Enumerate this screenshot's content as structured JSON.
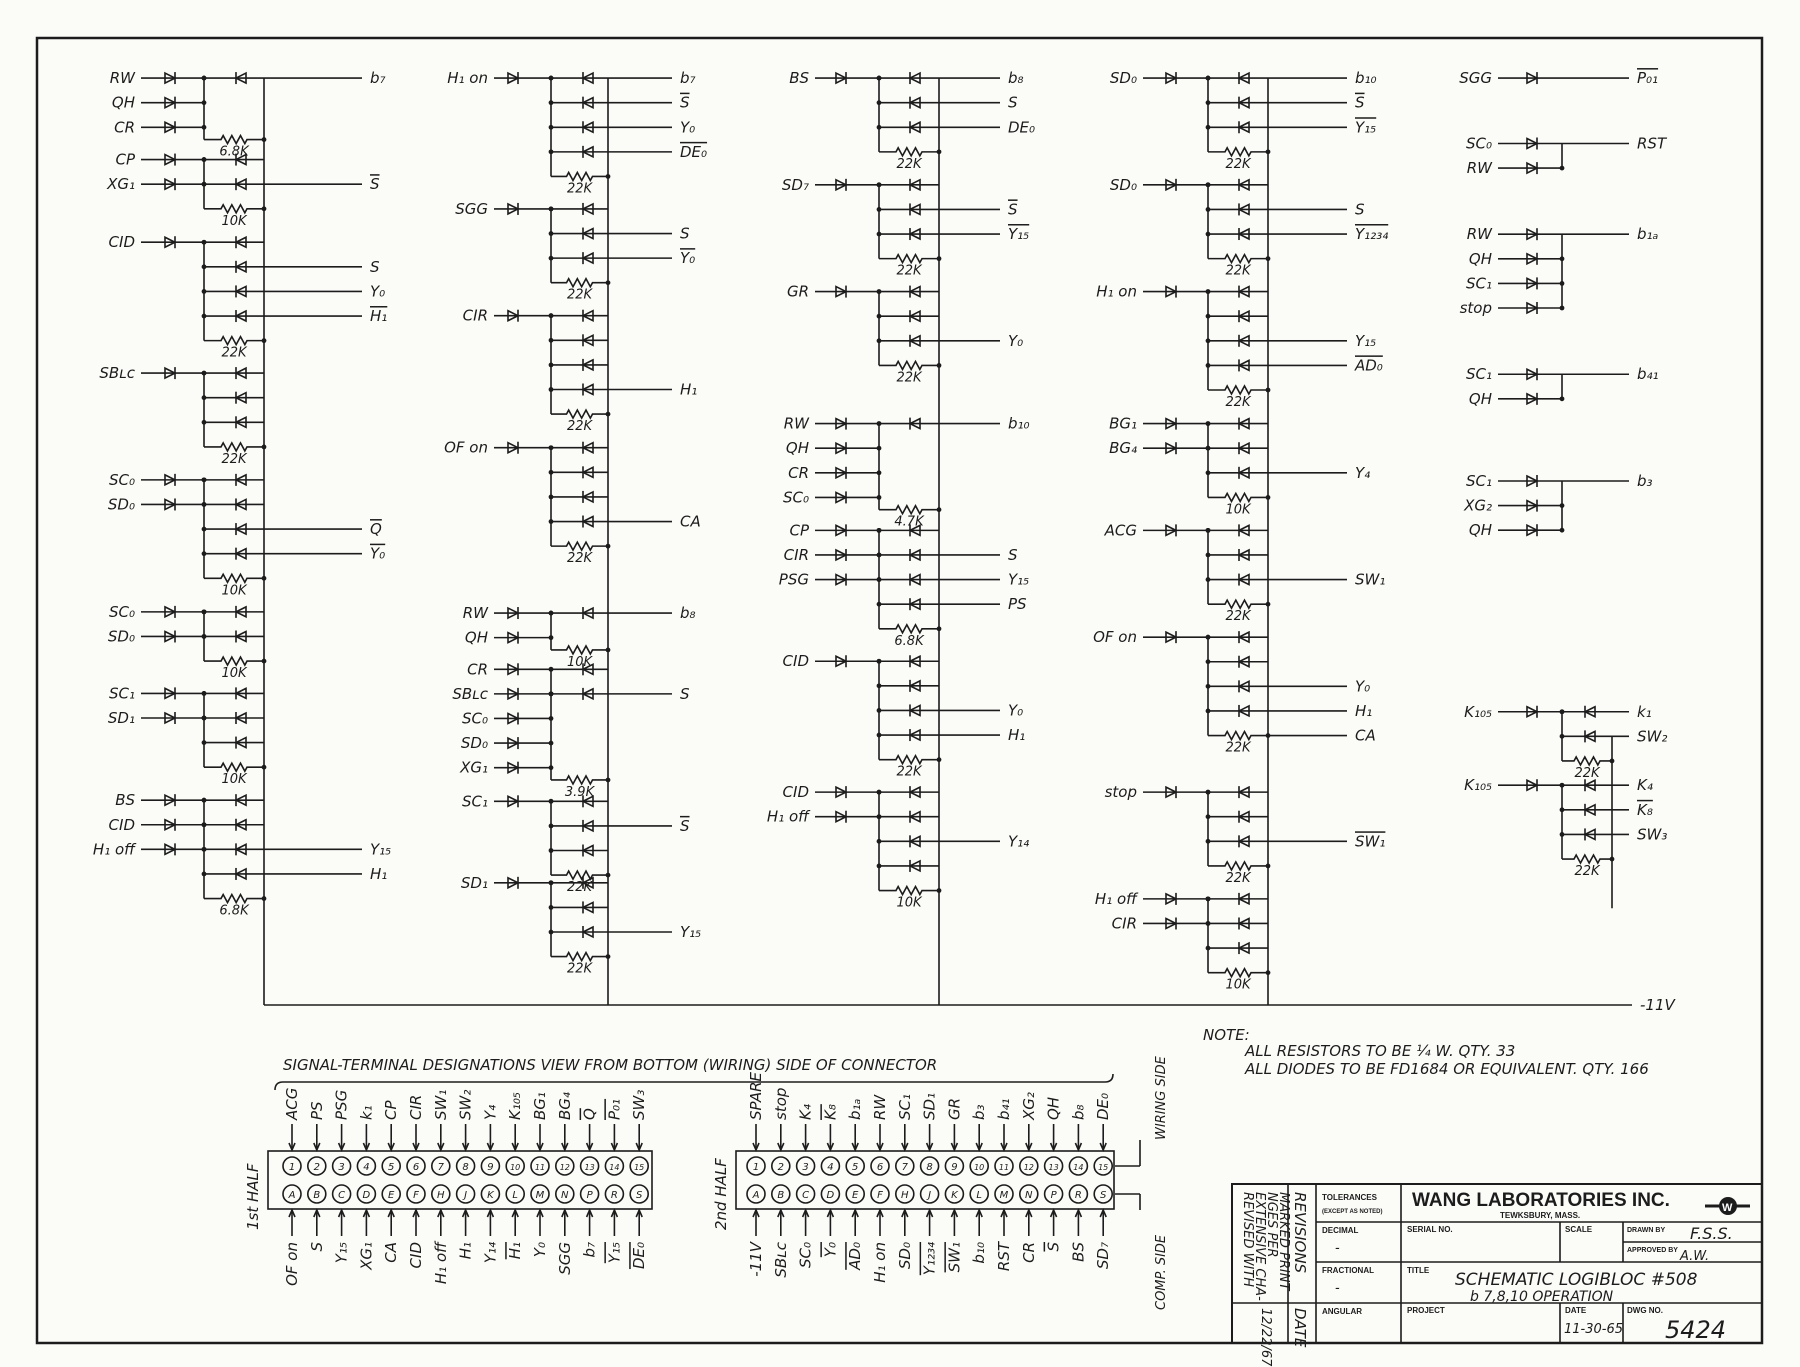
{
  "columns": [
    {
      "blocks": [
        {
          "inputs": [
            "RW",
            "QH",
            "CR"
          ],
          "diodes": 1,
          "outputs": [
            {
              "row": 0,
              "label": "b₇"
            }
          ],
          "resistor": "6.8K"
        },
        {
          "inputs": [
            "CP",
            "XG₁"
          ],
          "diodes": 2,
          "outputs": [
            {
              "row": 1,
              "label": "S",
              "bar": true
            }
          ],
          "resistor": "10K"
        },
        {
          "inputs": [
            "CID"
          ],
          "diodes": 4,
          "outputs": [
            {
              "row": 1,
              "label": "S"
            },
            {
              "row": 2,
              "label": "Υ₀"
            },
            {
              "row": 3,
              "label": "H₁",
              "bar": true
            }
          ],
          "resistor": "22K"
        },
        {
          "inputs": [
            "SBʟᴄ"
          ],
          "diodes": 3,
          "outputs": [],
          "resistor": "22K"
        },
        {
          "inputs": [
            "SC₀",
            "SD₀"
          ],
          "diodes": 4,
          "outputs": [
            {
              "row": 2,
              "label": "Q",
              "bar": true
            },
            {
              "row": 3,
              "label": "Υ₀",
              "bar": true
            }
          ],
          "resistor": "10K"
        },
        {
          "inputs": [
            "SC₀",
            "SD₀"
          ],
          "diodes": 2,
          "outputs": [],
          "resistor": "10K"
        },
        {
          "inputs": [
            "SC₁",
            "SD₁"
          ],
          "diodes": 3,
          "outputs": [],
          "resistor": "10K"
        },
        {
          "inputs": [
            "BS",
            "CID",
            "H₁ off"
          ],
          "diodes": 4,
          "outputs": [
            {
              "row": 2,
              "label": "Υ₁₅"
            },
            {
              "row": 3,
              "label": "H₁"
            }
          ],
          "resistor": "6.8K"
        }
      ]
    },
    {
      "blocks": [
        {
          "inputs": [
            "H₁ on"
          ],
          "diodes": 4,
          "outputs": [
            {
              "row": 0,
              "label": "b₇"
            },
            {
              "row": 1,
              "label": "S",
              "bar": true
            },
            {
              "row": 2,
              "label": "Υ₀"
            },
            {
              "row": 3,
              "label": "DE₀",
              "bar": true
            }
          ],
          "resistor": "22K"
        },
        {
          "inputs": [
            "SGG"
          ],
          "diodes": 3,
          "outputs": [
            {
              "row": 1,
              "label": "S"
            },
            {
              "row": 2,
              "label": "Υ₀",
              "bar": true
            }
          ],
          "resistor": "22K"
        },
        {
          "inputs": [
            "CIR"
          ],
          "diodes": 4,
          "outputs": [
            {
              "row": 3,
              "label": "H₁"
            }
          ],
          "resistor": "22K"
        },
        {
          "inputs": [
            "OF on"
          ],
          "diodes": 4,
          "outputs": [
            {
              "row": 3,
              "label": "CA"
            }
          ],
          "resistor": "22K"
        },
        {
          "inputs": [
            "RW",
            "QH"
          ],
          "diodes": 1,
          "outputs": [
            {
              "row": 0,
              "label": "b₈"
            }
          ],
          "resistor": "10K"
        },
        {
          "inputs": [
            "CR",
            "SBʟᴄ",
            "SC₀",
            "SD₀",
            "XG₁"
          ],
          "diodes": 2,
          "outputs": [
            {
              "row": 1,
              "label": "S"
            }
          ],
          "resistor": "3.9K"
        },
        {
          "inputs": [
            "SC₁"
          ],
          "diodes": 3,
          "outputs": [
            {
              "row": 1,
              "label": "S",
              "bar": true
            }
          ],
          "resistor": "22K"
        },
        {
          "inputs": [
            "SD₁"
          ],
          "diodes": 3,
          "outputs": [
            {
              "row": 2,
              "label": "Υ₁₅"
            }
          ],
          "resistor": "22K"
        }
      ]
    },
    {
      "blocks": [
        {
          "inputs": [
            "BS"
          ],
          "diodes": 3,
          "outputs": [
            {
              "row": 0,
              "label": "b₈"
            },
            {
              "row": 1,
              "label": "S"
            },
            {
              "row": 2,
              "label": "DE₀"
            }
          ],
          "resistor": "22K"
        },
        {
          "inputs": [
            "SD₇"
          ],
          "diodes": 3,
          "outputs": [
            {
              "row": 1,
              "label": "S",
              "bar": true
            },
            {
              "row": 2,
              "label": "Υ₁₅",
              "bar": true
            }
          ],
          "resistor": "22K"
        },
        {
          "inputs": [
            "GR"
          ],
          "diodes": 3,
          "outputs": [
            {
              "row": 2,
              "label": "Υ₀"
            }
          ],
          "resistor": "22K"
        },
        {
          "inputs": [
            "RW",
            "QH",
            "CR",
            "SC₀"
          ],
          "diodes": 1,
          "outputs": [
            {
              "row": 0,
              "label": "b₁₀"
            }
          ],
          "resistor": "4.7K"
        },
        {
          "inputs": [
            "CP",
            "CIR",
            "PSG"
          ],
          "diodes": 4,
          "outputs": [
            {
              "row": 1,
              "label": "S"
            },
            {
              "row": 2,
              "label": "Υ₁₅"
            },
            {
              "row": 3,
              "label": "PS"
            }
          ],
          "resistor": "6.8K"
        },
        {
          "inputs": [
            "CID"
          ],
          "diodes": 4,
          "outputs": [
            {
              "row": 2,
              "label": "Υ₀"
            },
            {
              "row": 3,
              "label": "H₁"
            }
          ],
          "resistor": "22K"
        },
        {
          "inputs": [
            "CID",
            "H₁ off"
          ],
          "diodes": 4,
          "outputs": [
            {
              "row": 2,
              "label": "Υ₁₄"
            }
          ],
          "resistor": "10K"
        }
      ]
    },
    {
      "blocks": [
        {
          "inputs": [
            "SD₀"
          ],
          "diodes": 3,
          "outputs": [
            {
              "row": 0,
              "label": "b₁₀"
            },
            {
              "row": 1,
              "label": "S",
              "bar": true
            },
            {
              "row": 2,
              "label": "Υ₁₅",
              "bar": true
            }
          ],
          "resistor": "22K"
        },
        {
          "inputs": [
            "SD₀"
          ],
          "diodes": 3,
          "outputs": [
            {
              "row": 1,
              "label": "S"
            },
            {
              "row": 2,
              "label": "Υ₁₂₃₄",
              "bar": true
            }
          ],
          "resistor": "22K"
        },
        {
          "inputs": [
            "H₁ on"
          ],
          "diodes": 4,
          "outputs": [
            {
              "row": 2,
              "label": "Υ₁₅"
            },
            {
              "row": 3,
              "label": "AD₀",
              "bar": true
            }
          ],
          "resistor": "22K"
        },
        {
          "inputs": [
            "BG₁",
            "BG₄"
          ],
          "diodes": 3,
          "outputs": [
            {
              "row": 2,
              "label": "Υ₄"
            }
          ],
          "resistor": "10K"
        },
        {
          "inputs": [
            "ACG"
          ],
          "diodes": 3,
          "outputs": [
            {
              "row": 2,
              "label": "SW₁"
            }
          ],
          "resistor": "22K"
        },
        {
          "inputs": [
            "OF on"
          ],
          "diodes": 4,
          "outputs": [
            {
              "row": 2,
              "label": "Υ₀"
            },
            {
              "row": 3,
              "label": "H₁"
            },
            {
              "row": 4,
              "label": "CA"
            }
          ],
          "resistor": "22K"
        },
        {
          "inputs": [
            "stop"
          ],
          "diodes": 3,
          "outputs": [
            {
              "row": 2,
              "label": "SW₁",
              "bar": true
            }
          ],
          "resistor": "22K"
        },
        {
          "inputs": [
            "H₁ off",
            "CIR"
          ],
          "diodes": 3,
          "outputs": [],
          "resistor": "10K"
        }
      ]
    },
    {
      "blocks": [
        {
          "inputs": [
            "SGG"
          ],
          "diodes": 0,
          "outputs": [
            {
              "row": 0,
              "label": "P₀₁",
              "bar": true
            }
          ]
        },
        {
          "inputs": [
            "SC₀",
            "RW"
          ],
          "diodes": 0,
          "outputs": [
            {
              "row": 0,
              "label": "RST"
            }
          ]
        },
        {
          "inputs": [
            "RW",
            "QH",
            "SC₁",
            "stop"
          ],
          "diodes": 0,
          "outputs": [
            {
              "row": 0,
              "label": "b₁ₐ"
            }
          ]
        },
        {
          "inputs": [
            "SC₁",
            "QH"
          ],
          "diodes": 0,
          "outputs": [
            {
              "row": 0,
              "label": "b₄₁"
            }
          ]
        },
        {
          "inputs": [
            "SC₁",
            "XG₂",
            "QH"
          ],
          "diodes": 0,
          "outputs": [
            {
              "row": 0,
              "label": "b₃"
            }
          ]
        },
        {
          "inputs": [
            "K₁₀₅"
          ],
          "diodes": 2,
          "outputs": [
            {
              "row": 0,
              "label": "k₁"
            },
            {
              "row": 1,
              "label": "SW₂"
            }
          ],
          "resistor": "22K"
        },
        {
          "inputs": [
            "K₁₀₅"
          ],
          "diodes": 3,
          "outputs": [
            {
              "row": 0,
              "label": "K₄"
            },
            {
              "row": 1,
              "label": "K₈",
              "bar": true
            },
            {
              "row": 2,
              "label": "SW₃"
            }
          ],
          "resistor": "22K"
        }
      ]
    }
  ],
  "supply_label": "-11V",
  "connector": {
    "heading": "SIGNAL-TERMINAL DESIGNATIONS VIEW FROM BOTTOM (WIRING) SIDE OF CONNECTOR",
    "pin_numbers": [
      "1",
      "2",
      "3",
      "4",
      "5",
      "6",
      "7",
      "8",
      "9",
      "10",
      "11",
      "12",
      "13",
      "14",
      "15"
    ],
    "pin_letters": [
      "A",
      "B",
      "C",
      "D",
      "E",
      "F",
      "H",
      "J",
      "K",
      "L",
      "M",
      "N",
      "P",
      "R",
      "S"
    ],
    "halves": [
      {
        "name": "1st HALF",
        "top": [
          "ACG",
          "PS",
          "PSG",
          "k₁",
          "CP",
          "CIR",
          "SW₁",
          "SW₂",
          "Υ₄",
          "K₁₀₅",
          "BG₁",
          "BG₄",
          {
            "t": "Q",
            "bar": true
          },
          {
            "t": "P₀₁",
            "bar": true
          },
          "SW₃"
        ],
        "bottom": [
          "OF on",
          "S",
          "Υ₁₅",
          "XG₁",
          "CA",
          "CID",
          "H₁ off",
          "H₁",
          "Υ₁₄",
          {
            "t": "H₁",
            "bar": true
          },
          "Υ₀",
          "SGG",
          "b₇",
          {
            "t": "Υ₁₅",
            "bar": true
          },
          {
            "t": "DE₀",
            "bar": true
          }
        ]
      },
      {
        "name": "2nd HALF",
        "top": [
          "SPARE",
          "stop",
          "K₄",
          {
            "t": "K₈",
            "bar": true
          },
          "b₁ₐ",
          "RW",
          "SC₁",
          "SD₁",
          "GR",
          "b₃",
          "b₄₁",
          "XG₂",
          "QH",
          "b₈",
          "DE₀"
        ],
        "bottom": [
          "-11V",
          "SBʟᴄ",
          "SC₀",
          {
            "t": "Υ₀",
            "bar": true
          },
          {
            "t": "AD₀",
            "bar": true
          },
          "H₁ on",
          "SD₀",
          {
            "t": "Υ₁₂₃₄",
            "bar": true
          },
          {
            "t": "SW₁",
            "bar": true
          },
          "b₁₀",
          "RST",
          "CR",
          {
            "t": "S",
            "bar": true
          },
          "BS",
          "SD₇"
        ]
      }
    ],
    "wiring_side": "WIRING SIDE",
    "comp_side": "COMP. SIDE"
  },
  "notes": {
    "heading": "NOTE:",
    "lines": [
      "ALL RESISTORS TO BE ¼ W. QTY. 33",
      "ALL DIODES TO BE FD1684 OR EQUIVALENT. QTY. 166"
    ]
  },
  "title_block": {
    "revision_note": [
      "REVISED WITH",
      "EXTENSIVE CHA-",
      "NGES PER",
      "MARKED PRINT"
    ],
    "revision_date": "12/22/67",
    "revisions_label": "REVISIONS",
    "date_label": "DATE",
    "tolerances": "TOLERANCES",
    "tolerances_sub": "(EXCEPT AS NOTED)",
    "decimal": "DECIMAL",
    "fractional": "FRACTIONAL",
    "angular": "ANGULAR",
    "dash": "-",
    "company": "WANG LABORATORIES INC.",
    "location": "TEWKSBURY, MASS.",
    "serial_label": "SERIAL NO.",
    "scale_label": "SCALE",
    "drawn_by_label": "DRAWN BY",
    "drawn_by": "F.S.S.",
    "approved_by_label": "APPROVED BY",
    "approved_by": "A.W.",
    "title_label": "TITLE",
    "title_line1": "SCHEMATIC LOGIBLOC #508",
    "title_line2": "b 7,8,10 OPERATION",
    "project_label": "PROJECT",
    "date_field_label": "DATE",
    "date": "11-30-65",
    "dwg_label": "DWG NO.",
    "dwg_no": "5424"
  }
}
